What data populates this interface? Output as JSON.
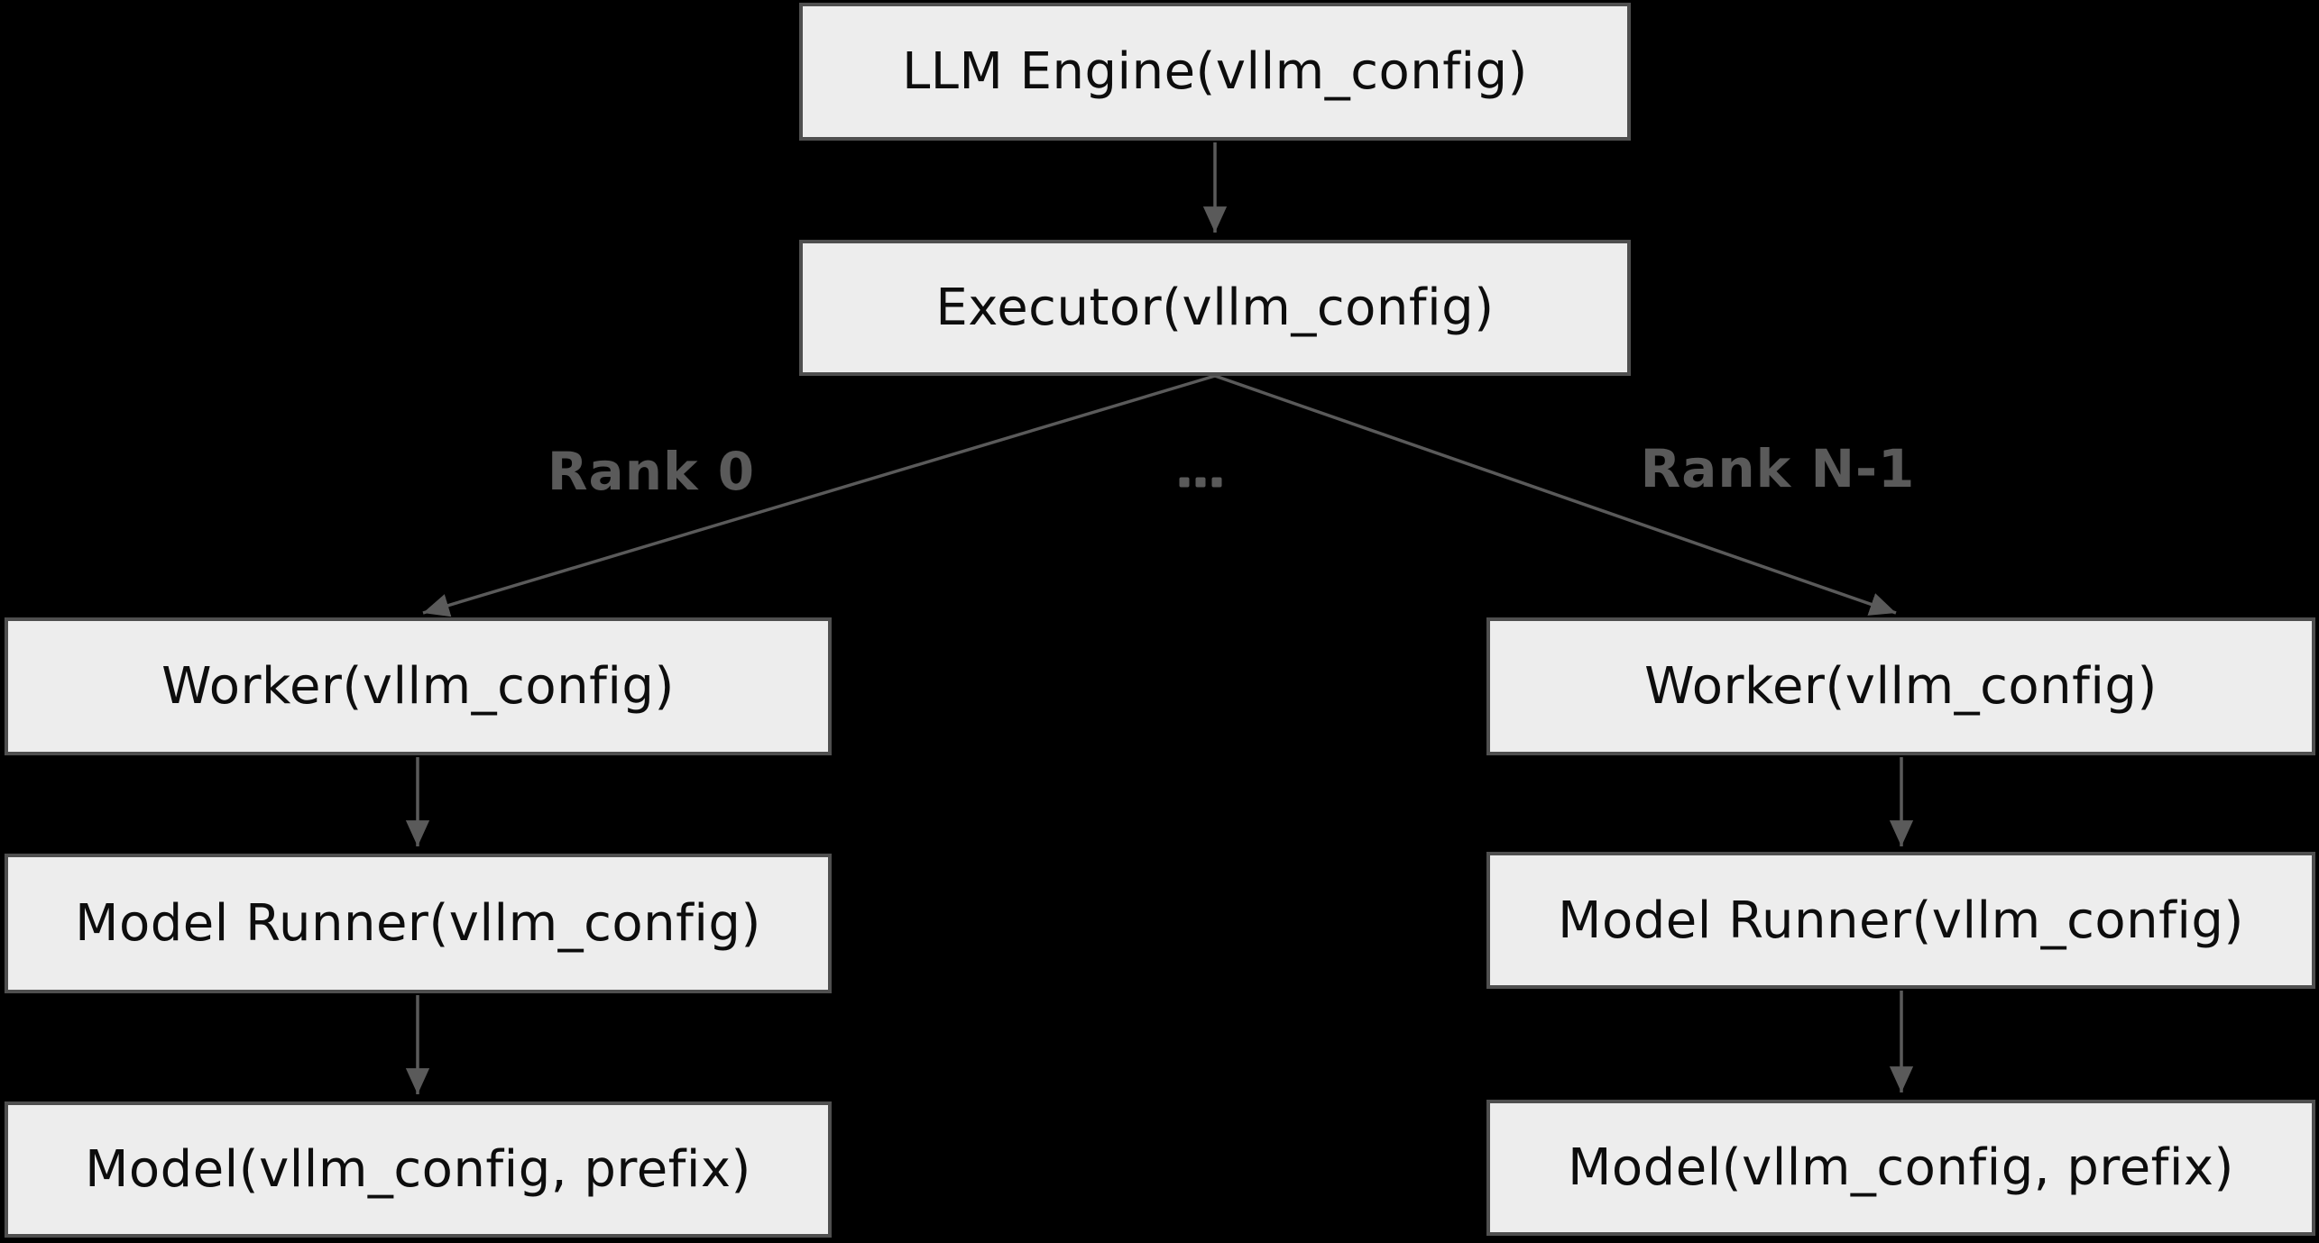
{
  "diagram": {
    "colors": {
      "background": "#000000",
      "node_fill": "#ededed",
      "node_border": "#4f4f4f",
      "node_text": "#0d0d0d",
      "edge": "#5a5a5a",
      "edge_label": "#5a5a5a"
    },
    "nodes": {
      "llm_engine": {
        "label": "LLM Engine(vllm_config)"
      },
      "executor": {
        "label": "Executor(vllm_config)"
      },
      "worker_left": {
        "label": "Worker(vllm_config)"
      },
      "worker_right": {
        "label": "Worker(vllm_config)"
      },
      "model_runner_left": {
        "label": "Model Runner(vllm_config)"
      },
      "model_runner_right": {
        "label": "Model Runner(vllm_config)"
      },
      "model_left": {
        "label": "Model(vllm_config, prefix)"
      },
      "model_right": {
        "label": "Model(vllm_config, prefix)"
      }
    },
    "edge_labels": {
      "rank0": "Rank 0",
      "ellipsis": "…",
      "rank_n_minus_1": "Rank N-1"
    }
  }
}
